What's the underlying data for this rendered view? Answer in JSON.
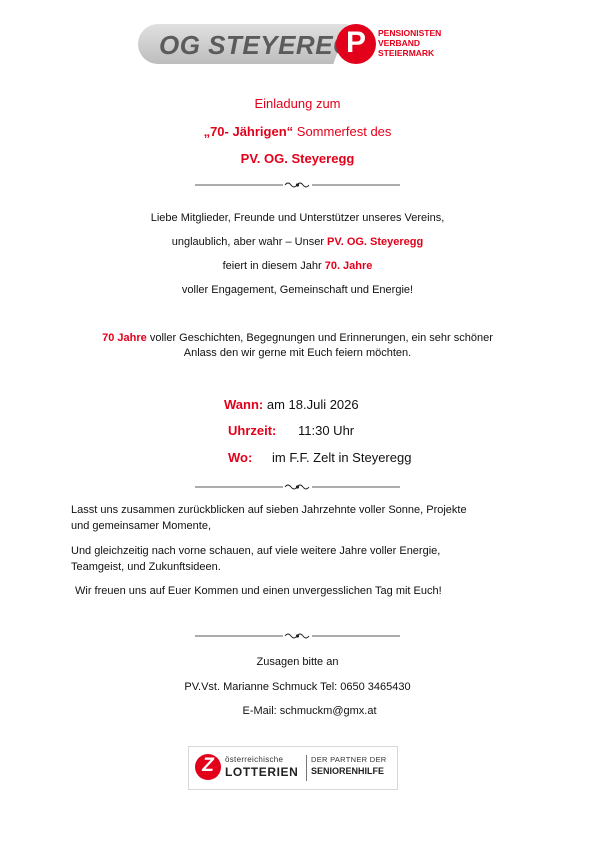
{
  "header": {
    "club_name": "OG STEYEREGG",
    "logo_letter": "P",
    "org_lines": [
      "PENSIONISTEN",
      "VERBAND",
      "STEIERMARK"
    ]
  },
  "title": {
    "line1": "Einladung zum",
    "line2_highlight": "„70- Jährigen“",
    "line2_rest": " Sommerfest des",
    "line3": "PV. OG. Steyeregg"
  },
  "intro": {
    "line1": "Liebe Mitglieder, Freunde und Unterstützer unseres Vereins,",
    "line2_pre": "unglaublich, aber wahr – Unser ",
    "line2_highlight": "PV. OG. Steyeregg",
    "line3_pre": "feiert in diesem Jahr ",
    "line3_highlight": "70. Jahre",
    "line4": "voller Engagement, Gemeinschaft und Energie!"
  },
  "history": {
    "highlight": "70 Jahre",
    "rest1": " voller Geschichten, Begegnungen und Erinnerungen, ein sehr schöner",
    "line2": "Anlass den wir gerne mit Euch feiern möchten."
  },
  "event": {
    "when_label": "Wann:",
    "when_value": " am 18.Juli 2026",
    "time_label": "Uhrzeit:",
    "time_value": "11:30 Uhr",
    "where_label": "Wo:",
    "where_value": "im F.F. Zelt in Steyeregg"
  },
  "closing": {
    "p1_line1": "Lasst uns zusammen zurückblicken auf sieben Jahrzehnte voller Sonne, Projekte",
    "p1_line2": "und gemeinsamer Momente,",
    "p2_line1": "Und gleichzeitig nach vorne schauen, auf viele weitere Jahre voller Energie,",
    "p2_line2": "Teamgeist, und Zukunftsideen.",
    "p3": "Wir freuen uns auf Euer Kommen und einen unvergesslichen Tag mit Euch!"
  },
  "rsvp": {
    "line1": "Zusagen bitte an",
    "line2": "PV.Vst. Marianne Schmuck Tel: 0650 3465430",
    "line3": "E-Mail: schmuckm@gmx.at"
  },
  "sponsor": {
    "small": "österreichische",
    "big": "LOTTERIEN",
    "right_small": "DER PARTNER DER",
    "right_big": "SENIORENHILFE"
  },
  "colors": {
    "accent_red": "#e3001b",
    "banner_gray": "#5b5b5b"
  }
}
